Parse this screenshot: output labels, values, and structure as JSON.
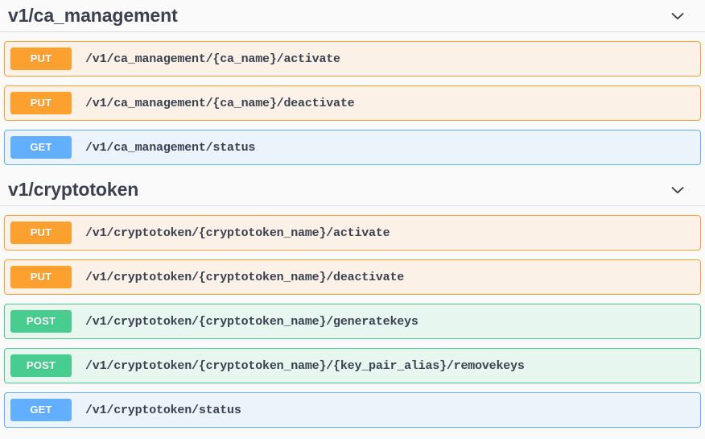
{
  "sections": [
    {
      "title": "v1/ca_management",
      "chevron_icon": "chevron-down-icon",
      "expanded": true,
      "operations": [
        {
          "method": "PUT",
          "path": "/v1/ca_management/{ca_name}/activate"
        },
        {
          "method": "PUT",
          "path": "/v1/ca_management/{ca_name}/deactivate"
        },
        {
          "method": "GET",
          "path": "/v1/ca_management/status"
        }
      ]
    },
    {
      "title": "v1/cryptotoken",
      "chevron_icon": "chevron-down-icon",
      "expanded": true,
      "operations": [
        {
          "method": "PUT",
          "path": "/v1/cryptotoken/{cryptotoken_name}/activate"
        },
        {
          "method": "PUT",
          "path": "/v1/cryptotoken/{cryptotoken_name}/deactivate"
        },
        {
          "method": "POST",
          "path": "/v1/cryptotoken/{cryptotoken_name}/generatekeys"
        },
        {
          "method": "POST",
          "path": "/v1/cryptotoken/{cryptotoken_name}/{key_pair_alias}/removekeys"
        },
        {
          "method": "GET",
          "path": "/v1/cryptotoken/status"
        }
      ]
    }
  ],
  "colors": {
    "get": "#61affe",
    "post": "#49cc90",
    "put": "#fca130",
    "delete": "#f93e3e",
    "title_text": "#3b4151",
    "page_background": "#fafafa"
  }
}
